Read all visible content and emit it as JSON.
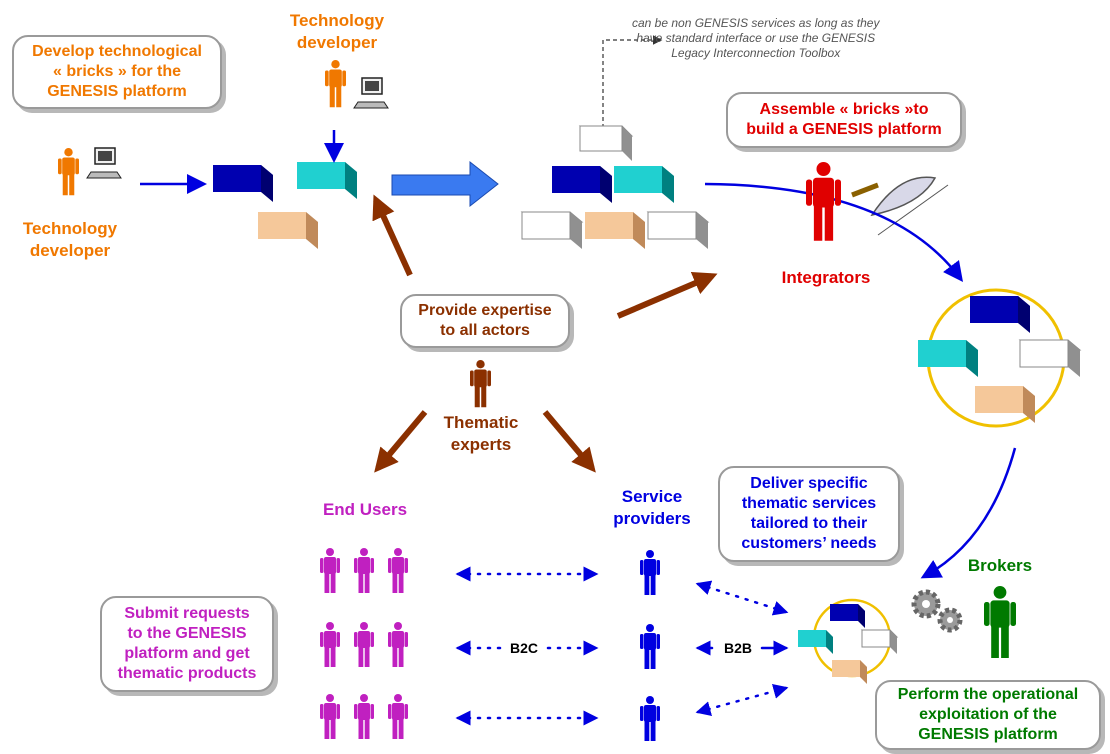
{
  "note": [
    "can be non GENESIS services as long as they",
    "have standard interface or use the GENESIS",
    "Legacy Interconnection Toolbox"
  ],
  "bubbles": {
    "develop": [
      "Develop technological",
      "« bricks » for the",
      "GENESIS platform"
    ],
    "assemble": [
      "Assemble « bricks »to",
      "build a GENESIS platform"
    ],
    "expertise": [
      "Provide expertise",
      "to all actors"
    ],
    "deliver": [
      "Deliver specific",
      "thematic services",
      "tailored to their",
      "customers’ needs"
    ],
    "submit": [
      "Submit requests",
      "to the GENESIS",
      "platform and get",
      "thematic products"
    ],
    "perform": [
      "Perform the operational",
      "exploitation of the",
      "GENESIS platform"
    ]
  },
  "actors": {
    "tech_dev_top": [
      "Technology",
      "developer"
    ],
    "tech_dev_left": [
      "Technology",
      "developer"
    ],
    "integrators": "Integrators",
    "thematic_experts": [
      "Thematic",
      "experts"
    ],
    "end_users": "End Users",
    "service_providers": [
      "Service",
      "providers"
    ],
    "brokers": "Brokers"
  },
  "links": {
    "b2c": "B2C",
    "b2b": "B2B"
  },
  "colors": {
    "orange": "#f07800",
    "red": "#e00000",
    "brown": "#8b3000",
    "magenta": "#c020c0",
    "blue": "#0000e0",
    "green": "#007a00",
    "brick_blue": "#0000b0",
    "brick_cyan": "#20d0d0",
    "brick_peach": "#f5c89a",
    "brick_white": "#ffffff",
    "ring": "#f0c000"
  },
  "icons": [
    "person-icon",
    "computer-icon",
    "trowel-icon",
    "gears-icon",
    "brick-icon",
    "big-arrow-icon"
  ]
}
